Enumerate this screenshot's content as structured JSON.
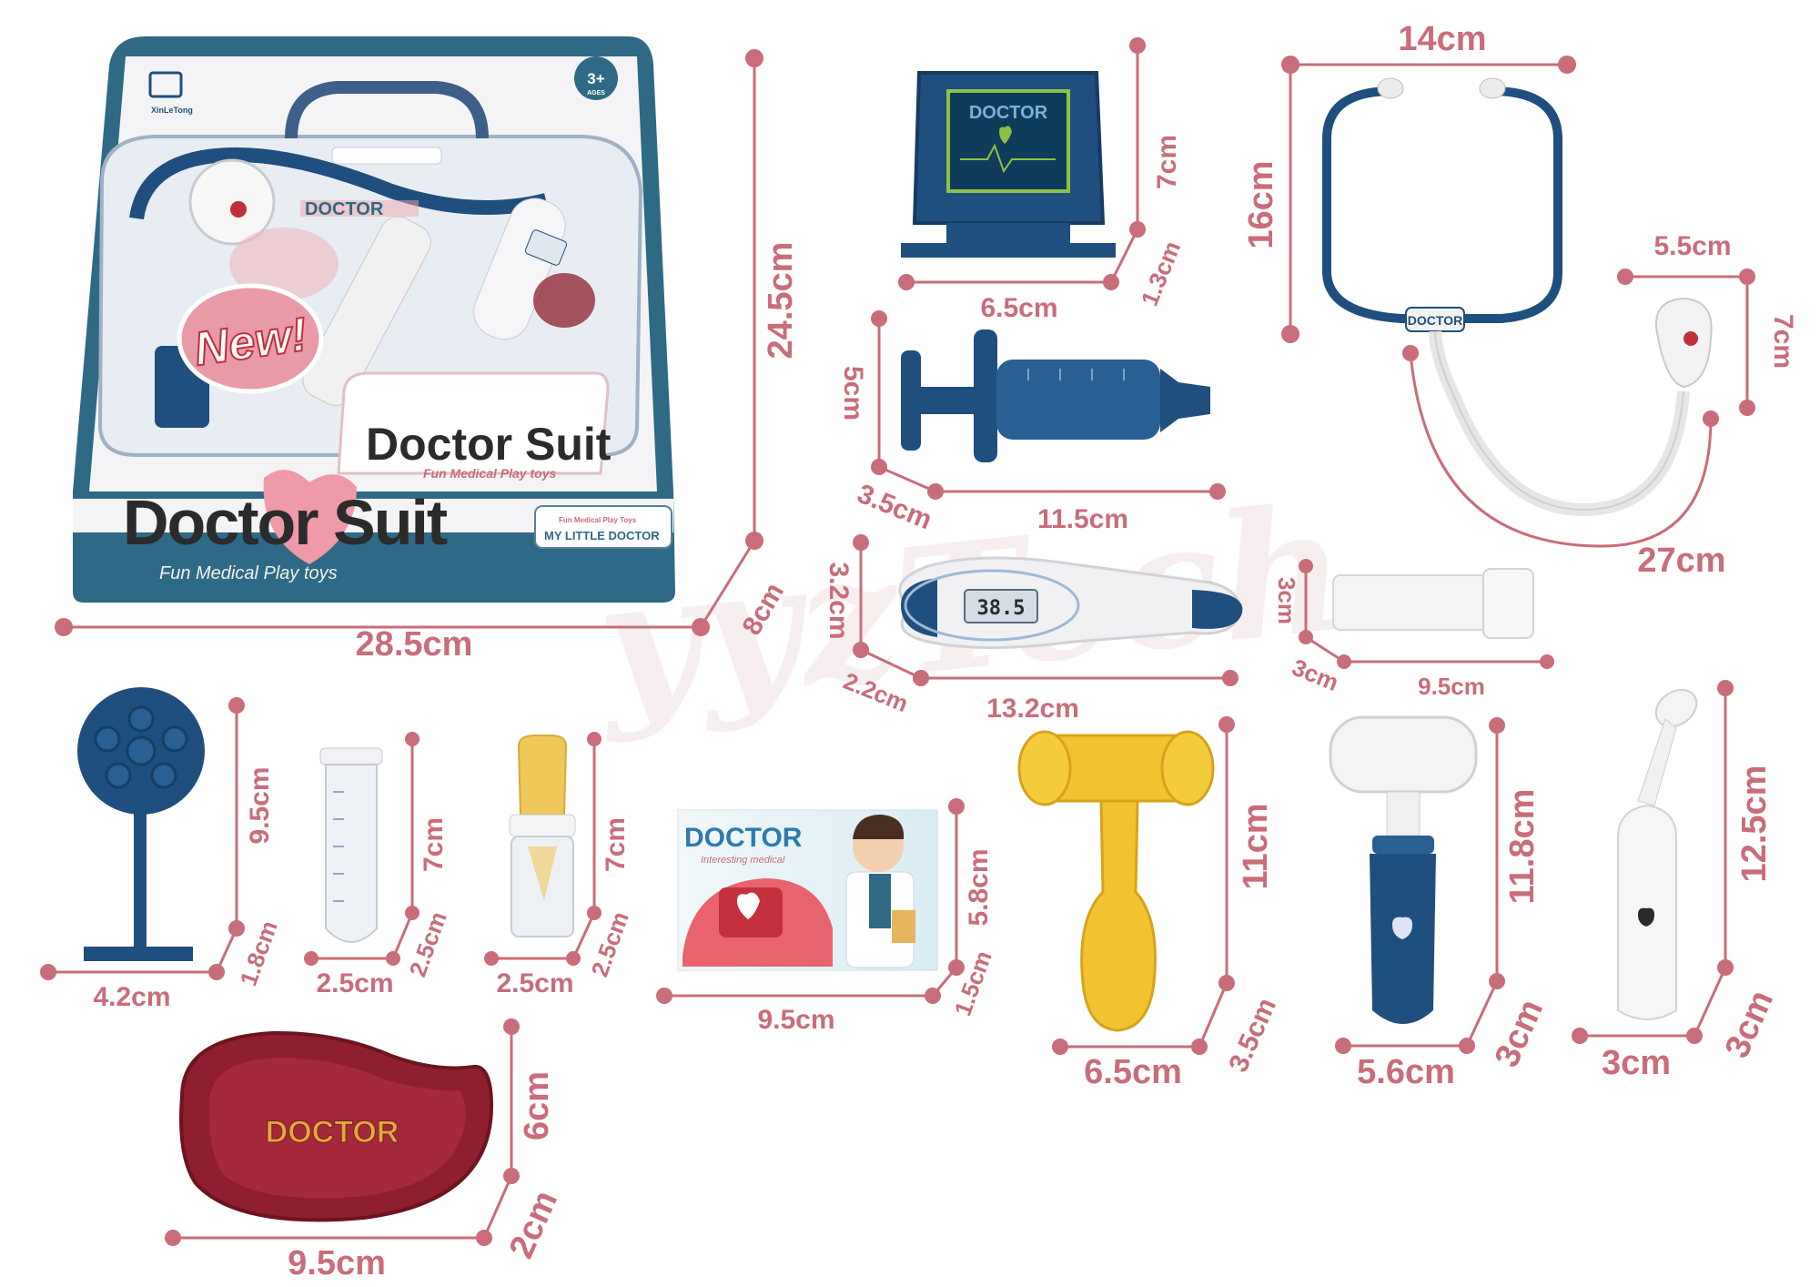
{
  "colors": {
    "dimension": "#c96d7a",
    "navy": "#1f4f7e",
    "teal": "#2e6a86",
    "pink": "#e79aa7",
    "yellow": "#f2c230",
    "red_tray": "#8f1e2e"
  },
  "package": {
    "brand": "XinLeTong",
    "age_badge": "3+",
    "age_badge_sub": "AGES",
    "new_badge": "New!",
    "title": "Doctor Suit",
    "subtitle": "Fun Medical Play toys",
    "inner_title": "Doctor Suit",
    "inner_sub": "Fun Medical Play toys",
    "little_doctor": "MY LITTLE DOCTOR",
    "little_doctor_sub": "Fun Medical Play Toys",
    "doctor_word": "DOCTOR"
  },
  "watermark": "yyzTech",
  "items": {
    "box": {
      "width": "28.5cm",
      "height": "24.5cm",
      "depth": "8cm"
    },
    "monitor": {
      "label": "DOCTOR",
      "width": "6.5cm",
      "height": "7cm",
      "depth": "1.3cm"
    },
    "stethoscope": {
      "label": "DOCTOR",
      "width": "14cm",
      "height": "16cm",
      "chest_width": "5.5cm",
      "chest_height": "7cm",
      "tube": "27cm"
    },
    "syringe": {
      "length": "11.5cm",
      "height": "5cm",
      "depth": "3.5cm"
    },
    "thermometer": {
      "reading": "38.5",
      "length": "13.2cm",
      "height": "3.2cm",
      "depth": "2.2cm"
    },
    "flashlight": {
      "length": "9.5cm",
      "height": "3cm",
      "depth": "3cm"
    },
    "mirror": {
      "height": "9.5cm",
      "width": "4.2cm",
      "depth": "1.8cm"
    },
    "test_tube": {
      "height": "7cm",
      "width": "2.5cm",
      "depth": "2.5cm"
    },
    "bottle": {
      "height": "7cm",
      "width": "2.5cm",
      "depth": "2.5cm"
    },
    "card": {
      "title": "DOCTOR",
      "subtitle": "Interesting medical",
      "width": "9.5cm",
      "height": "5.8cm",
      "depth": "1.5cm"
    },
    "hammer": {
      "height": "11cm",
      "width": "6.5cm",
      "depth": "3.5cm"
    },
    "reflex_hammer": {
      "height": "11.8cm",
      "width": "5.6cm",
      "depth": "3cm"
    },
    "dental_mirror": {
      "height": "12.5cm",
      "width": "3cm",
      "depth": "3cm"
    },
    "tray": {
      "label": "DOCTOR",
      "width": "9.5cm",
      "height": "6cm",
      "depth": "2cm"
    }
  }
}
